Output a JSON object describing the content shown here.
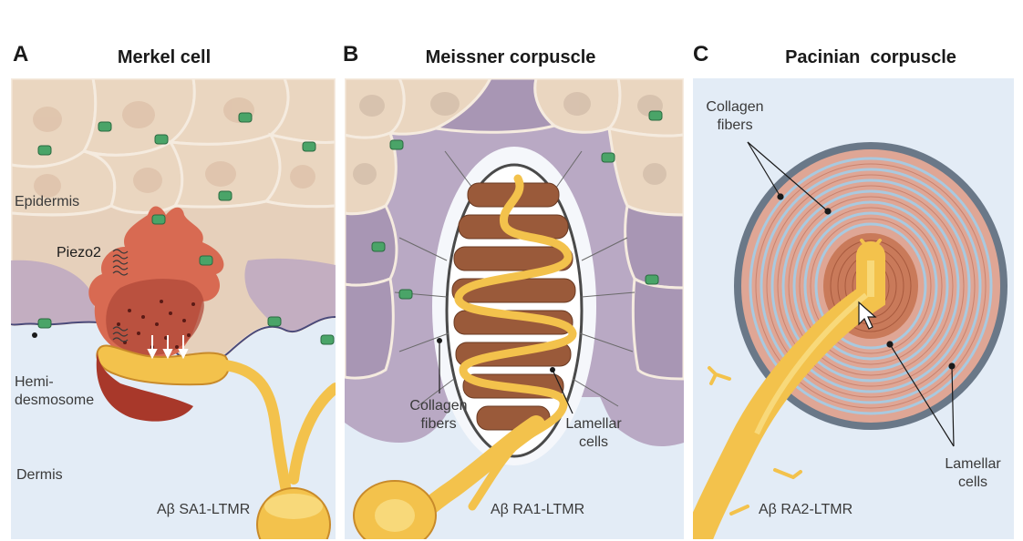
{
  "panels": [
    {
      "letter": "A",
      "title": "Merkel cell",
      "labels": {
        "epidermis": "Epidermis",
        "piezo": "Piezo2",
        "hemi": "Hemi-\ndesmosome",
        "dermis": "Dermis",
        "neuron": "Aβ SA1-LTMR"
      }
    },
    {
      "letter": "B",
      "title": "Meissner corpuscle",
      "labels": {
        "collagen": "Collagen\nfibers",
        "lamellar": "Lamellar\ncells",
        "neuron": "Aβ RA1-LTMR"
      }
    },
    {
      "letter": "C",
      "title": "Pacinian  corpuscle",
      "labels": {
        "collagen": "Collagen\nfibers",
        "lamellar": "Lamellar\ncells",
        "neuron": "Aβ RA2-LTMR"
      }
    }
  ],
  "colors": {
    "epidermis_cell": "#ead4bd",
    "basal_cell": "#b9a9c4",
    "dermis": "#e3ecf6",
    "merkel": "#d5644c",
    "nerve": "#f3c24c",
    "lamella_pink": "#dfa695",
    "lamella_blue": "#a9c9df",
    "capsule": "#5f6c7a"
  }
}
